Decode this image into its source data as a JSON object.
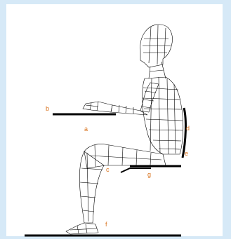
{
  "labels": {
    "a": "a",
    "b": "b",
    "c": "c",
    "d": "d",
    "e": "e",
    "f": "f",
    "g": "g"
  },
  "colors": {
    "background": "#d6e9f7",
    "panel": "#ffffff",
    "label": "#d9711b",
    "line": "#000000"
  }
}
